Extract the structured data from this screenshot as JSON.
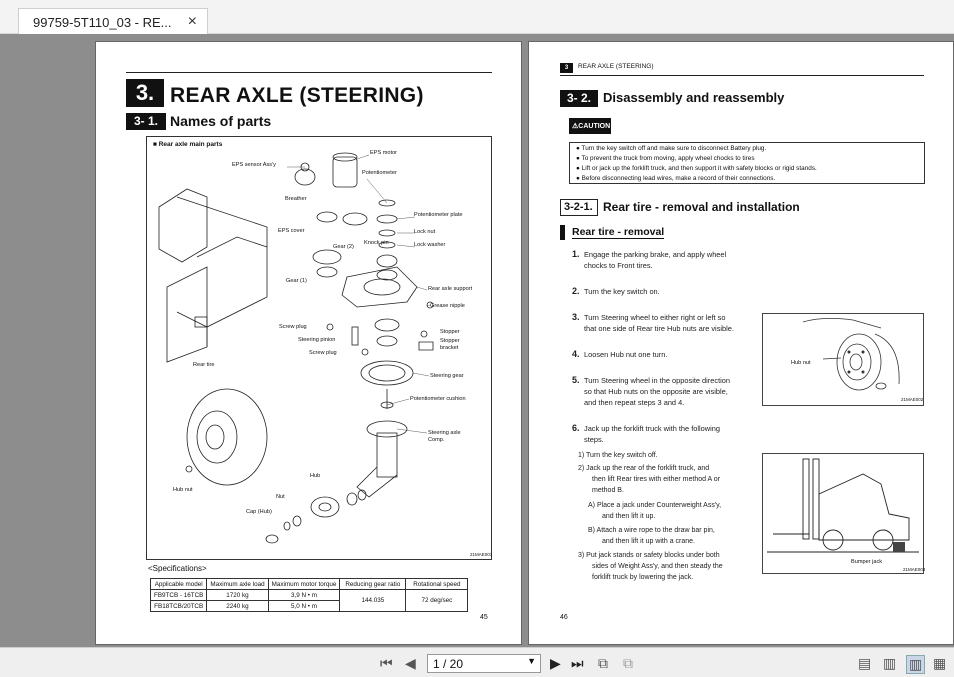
{
  "tab": {
    "title": "99759-5T110_03 - RE...",
    "close": "×"
  },
  "left": {
    "chapter_num": "3.",
    "chapter_title": "REAR AXLE (STEERING)",
    "section_num": "3- 1.",
    "section_title": "Names of parts",
    "figure_caption": "Rear axle main parts",
    "labels": [
      "EPS motor",
      "EPS sensor Ass'y",
      "Potentiometer",
      "Breather",
      "Potentiometer plate",
      "Lock nut",
      "Lock washer",
      "EPS cover",
      "Gear (2)",
      "Knock pin",
      "Gear (1)",
      "Rear axle support",
      "Grease nipple",
      "Screw plug",
      "Steering pinion",
      "Screw plug",
      "Stopper",
      "Stopper bracket",
      "Rear tire",
      "Steering gear",
      "Potentiometer cushion",
      "Steering axle Comp.",
      "Hub",
      "Hub nut",
      "Nut",
      "Cap (Hub)"
    ],
    "fig_code": "21MAE001",
    "spec_title": "<Specifications>",
    "spec_headers": [
      "Applicable model",
      "Maximum axle load",
      "Maximum motor torque",
      "Reducing gear ratio",
      "Rotational speed"
    ],
    "spec_rows": [
      [
        "FB9TCB - 16TCB",
        "1720 kg",
        "3,9 N • m"
      ],
      [
        "FB18TCB/20TCB",
        "2240 kg",
        "5,0 N • m"
      ]
    ],
    "spec_ratio": "144.035",
    "spec_speed": "72 deg/sec",
    "page_number": "45"
  },
  "right": {
    "header_num": "3",
    "header_title": "REAR AXLE (STEERING)",
    "section_num": "3- 2.",
    "section_title": "Disassembly and reassembly",
    "caution_label": "CAUTION",
    "cautions": [
      "Turn the key switch off and make sure to disconnect Battery plug.",
      "To prevent the truck from moving, apply wheel chocks to tires",
      "Lift or jack up the forklift truck, and then support it with safety blocks or rigid stands.",
      "Before disconnecting lead wires, make a record of their connections."
    ],
    "sub_num": "3-2-1.",
    "sub_title": "Rear tire - removal and installation",
    "sub2": "Rear tire - removal",
    "steps": [
      {
        "n": "1.",
        "t1": "Engage the parking brake, and apply wheel",
        "t2": "chocks to Front tires."
      },
      {
        "n": "2.",
        "t1": "Turn the key switch on.",
        "t2": ""
      },
      {
        "n": "3.",
        "t1": "Turn Steering wheel to either right or left so",
        "t2": "that one side of Rear tire Hub nuts are visible."
      },
      {
        "n": "4.",
        "t1": "Loosen Hub nut one turn.",
        "t2": ""
      },
      {
        "n": "5.",
        "t1": "Turn Steering wheel in the opposite direction",
        "t2": "so that Hub nuts on the opposite are visible,",
        "t3": "and then repeat steps 3 and 4."
      },
      {
        "n": "6.",
        "t1": "Jack up the forklift truck with the following",
        "t2": "steps."
      }
    ],
    "substeps": {
      "s1": "1)  Turn the key switch off.",
      "s2a": "2)  Jack up the rear of the forklift truck, and",
      "s2b": "then lift Rear tires with either method A or",
      "s2c": "method B.",
      "sAa": "A)  Place a jack under Counterweight Ass'y,",
      "sAb": "and then lift it up.",
      "sBa": "B)  Attach a wire rope to the draw bar pin,",
      "sBb": "and then lift it up with a crane.",
      "s3a": "3)  Put jack stands or safety blocks under both",
      "s3b": "sides of Weight Ass'y, and then steady the",
      "s3c": "forklift truck by lowering the jack."
    },
    "photo1_label": "Hub nut",
    "photo1_code": "21MAE002",
    "photo2_label": "Bumper jack",
    "photo2_code": "21MAE003",
    "page_number": "46"
  },
  "toolbar": {
    "page_field": "1 / 20"
  }
}
